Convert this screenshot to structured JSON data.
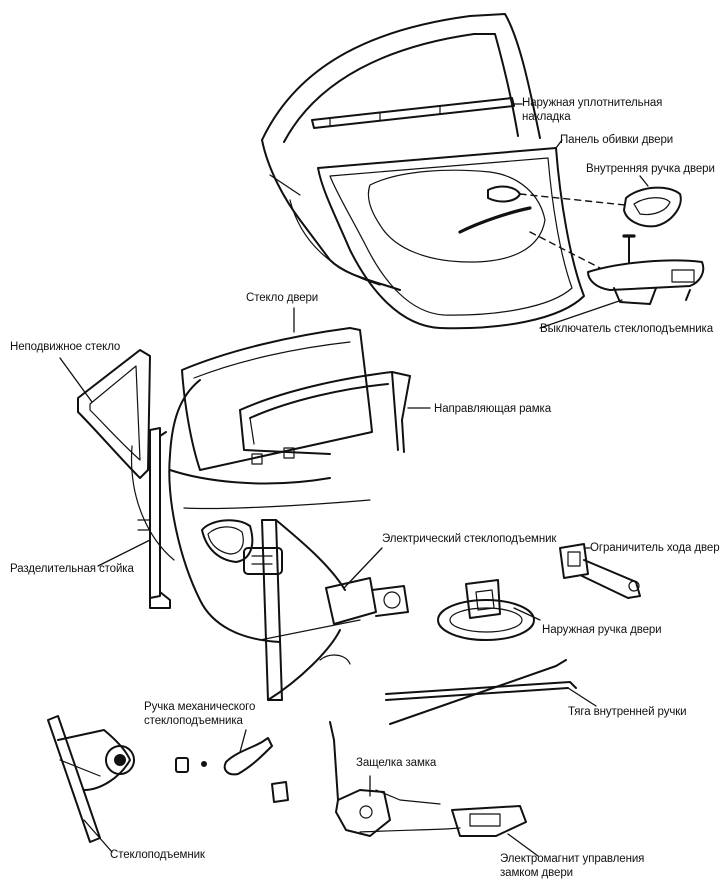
{
  "labels": {
    "outer_seal": "Наружная  уплотнительная\nнакладка",
    "door_trim_panel": "Панель обивки двери",
    "inner_handle": "Внутренняя ручка двери",
    "window_switch": "Выключатель стеклоподъемника",
    "door_glass": "Стекло двери",
    "fixed_glass": "Неподвижное стекло",
    "guide_frame": "Направляющая рамка",
    "division_bar": "Разделительная стойка",
    "power_regulator": "Электрический стеклоподъемник",
    "door_checker": "Ограничитель хода двери",
    "outer_handle": "Наружная ручка двери",
    "manual_handle": "Ручка механического\nстеклоподъемника",
    "inner_handle_rod": "Тяга внутренней ручки",
    "lock_latch": "Защелка замка",
    "window_regulator": "Стеклоподъемник",
    "lock_solenoid": "Электромагнит управления\nзамком двери"
  }
}
